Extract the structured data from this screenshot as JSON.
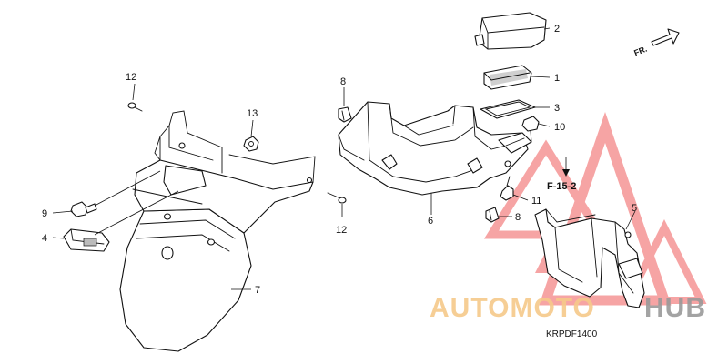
{
  "callouts": {
    "c1": "1",
    "c2": "2",
    "c3": "3",
    "c4": "4",
    "c5": "5",
    "c6": "6",
    "c7": "7",
    "c8a": "8",
    "c8b": "8",
    "c9": "9",
    "c10": "10",
    "c11": "11",
    "c12a": "12",
    "c12b": "12",
    "c13": "13"
  },
  "direction_label": "FR.",
  "reference": "F-15-2",
  "diagram_code": "KRPDF1400",
  "watermark": {
    "part1": "AUTOMOTO",
    "part2": "HUB",
    "color_primary": "#f05a5a",
    "color_secondary": "#f6c98a",
    "color_tertiary": "#9a9a9a"
  }
}
